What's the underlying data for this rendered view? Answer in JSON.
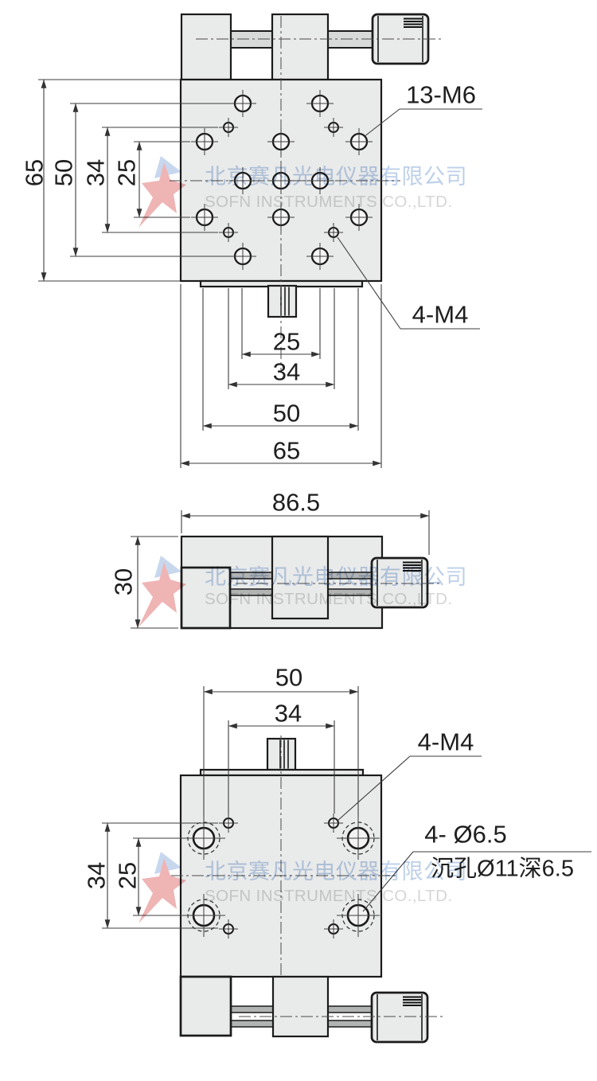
{
  "watermark": {
    "cn": "北京赛凡光电仪器有限公司",
    "en": "SOFN INSTRUMENTS CO.,LTD."
  },
  "top_view": {
    "dim_left_outer": "65",
    "dim_left_2": "50",
    "dim_left_3": "34",
    "dim_left_inner": "25",
    "dim_bottom_inner": "25",
    "dim_bottom_2": "34",
    "dim_bottom_3": "50",
    "dim_bottom_outer": "65",
    "label_m6": "13-M6",
    "label_m4": "4-M4"
  },
  "side_view": {
    "dim_width": "86.5",
    "dim_height": "30"
  },
  "bottom_view": {
    "dim_top_outer": "50",
    "dim_top_inner": "34",
    "dim_left_outer": "34",
    "dim_left_inner": "25",
    "label_m4": "4-M4",
    "label_cbore_line1": "4- Ø6.5",
    "label_cbore_line2": "沉孔Ø11深6.5"
  },
  "colors": {
    "plate_fill": "#e9eaea",
    "outline": "#1b1b1b",
    "watermark_blue": "#bdd0ea",
    "watermark_gray": "#d6d6d6",
    "logo_red": "#efb4b4",
    "logo_blue": "#c7d7ee"
  }
}
